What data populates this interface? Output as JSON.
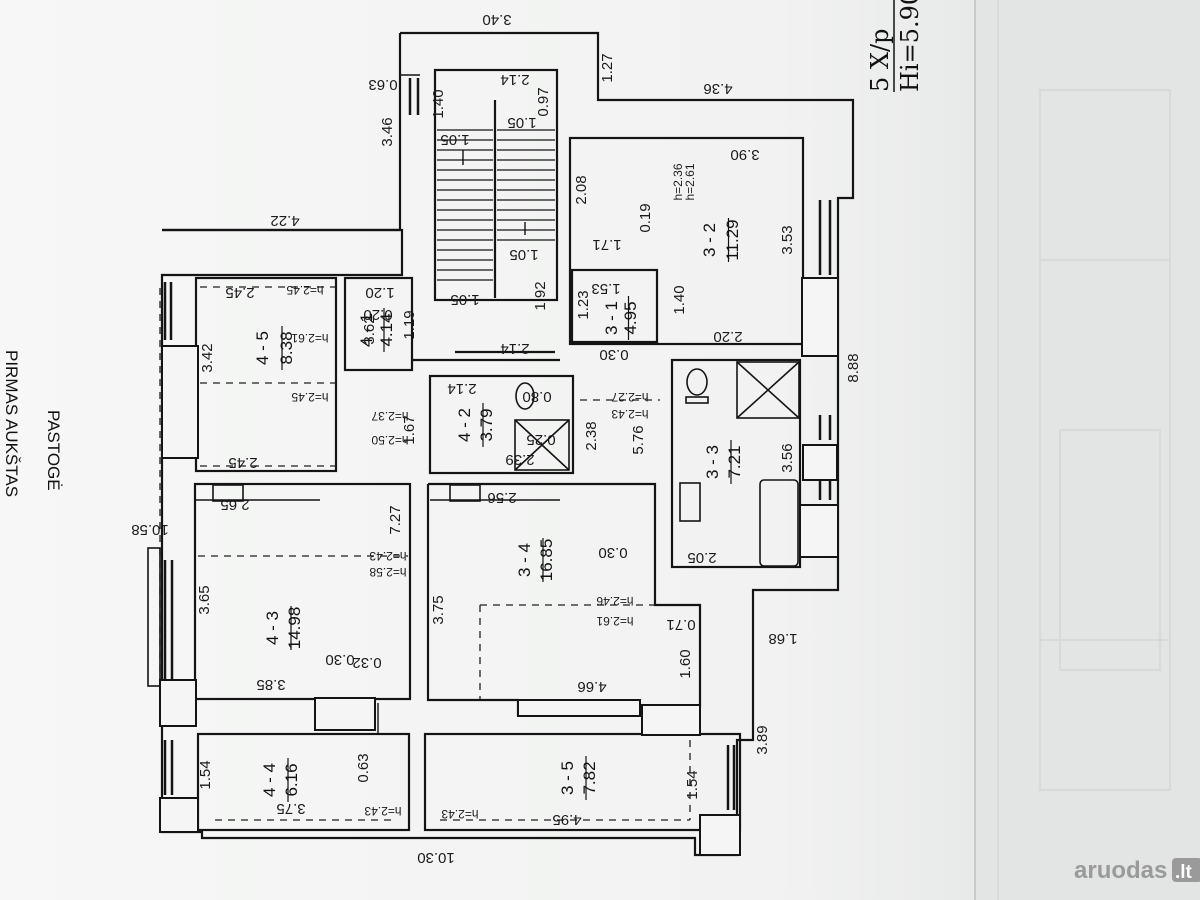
{
  "sheet": {
    "floor_label": "5 X/p",
    "height_label": "Hi=5.90",
    "side_title": "PIRMAS AUKŠTAS",
    "faint_heading": "PASTOGĖ"
  },
  "rooms": [
    {
      "code": "4 - 5",
      "area": "8.38"
    },
    {
      "code": "4 - 1",
      "area": "4.14"
    },
    {
      "code": "4 - 2",
      "area": "3.79"
    },
    {
      "code": "4 - 3",
      "area": "14.98"
    },
    {
      "code": "4 - 4",
      "area": "6.16"
    },
    {
      "code": "3 - 1",
      "area": "4.95"
    },
    {
      "code": "3 - 2",
      "area": "11.29"
    },
    {
      "code": "3 - 3",
      "area": "7.21"
    },
    {
      "code": "3 - 4",
      "area": "16.85"
    },
    {
      "code": "3 - 5",
      "area": "7.82"
    }
  ],
  "dimensions": [
    "3.40",
    "1.27",
    "4.36",
    "0.63",
    "2.14",
    "1.40",
    "0.97",
    "1.05",
    "1.05",
    "3.46",
    "4.22",
    "3.90",
    "2.08",
    "1.71",
    "0.19",
    "3.53",
    "1.05",
    "1.05",
    "1.92",
    "1.23",
    "1.53",
    "1.20",
    "0.20",
    "3.62",
    "1.19",
    "2.14",
    "1.40",
    "2.20",
    "0.30",
    "8.88",
    "2.45",
    "3.42",
    "2.45",
    "1.67",
    "2.14",
    "0.80",
    "0.25",
    "2.39",
    "2.38",
    "5.76",
    "3.56",
    "2.65",
    "2.56",
    "7.27",
    "3.65",
    "3.75",
    "0.30",
    "2.05",
    "0.30",
    "0.32",
    "3.85",
    "0.71",
    "1.60",
    "4.66",
    "1.68",
    "10.58",
    "1.54",
    "0.63",
    "3.75",
    "1.54",
    "4.95",
    "3.89",
    "10.30"
  ],
  "heights": [
    "h=2.45",
    "h=2.61",
    "h=2.45",
    "h=2.37",
    "h=2.50",
    "h=2.36",
    "h=2.61",
    "h=2.27",
    "h=2.43",
    "h=2.43",
    "h=2.58",
    "h=2.46",
    "h=2.61",
    "h=2.43",
    "h=2.43"
  ],
  "watermark": {
    "brand": "aruodas",
    "suffix": ".lt"
  },
  "colors": {
    "paper": "#f4f5f4",
    "line": "#141414",
    "watermark": "#9a9a9a"
  }
}
